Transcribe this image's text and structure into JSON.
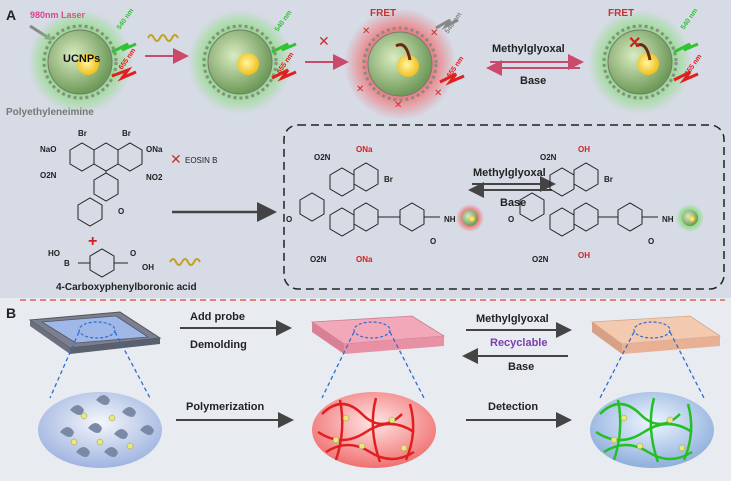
{
  "panel_a": {
    "letter": "A",
    "laser_label": "980nm Laser",
    "core_label": "UCNPs",
    "shell_label": "Polyethyleneimine",
    "em_540": "540 nm",
    "em_655": "655 nm",
    "fret_label": "FRET",
    "reversible_top": "Methylglyoxal",
    "reversible_bottom": "Base",
    "dye_name": "EOSIN B",
    "linker_name": "4-Carboxyphenylboronic acid",
    "plus_sign": "+",
    "atoms": {
      "br": "Br",
      "ona": "ONa",
      "na_o": "NaO",
      "no2": "NO2",
      "o2n": "O2N",
      "oh": "OH",
      "ho": "HO",
      "o": "O",
      "b": "B",
      "nh": "NH"
    }
  },
  "panel_b": {
    "letter": "B",
    "step1_top": "Add probe",
    "step1_bottom": "Demolding",
    "step1_lower": "Polymerization",
    "step2_top": "Methylglyoxal",
    "step2_mid": "Recyclable",
    "step2_bottom": "Base",
    "step2_lower": "Detection"
  },
  "colors": {
    "panel_a_bg": "#d6dbe6",
    "panel_b_bg": "#e8ebf0",
    "dashed_divider": "#e0453a",
    "green_glow": "#5cd65c",
    "red_glow": "#f05a5a",
    "recyclable": "#7a3fb0",
    "em_green": "#34c234",
    "em_red": "#e02020",
    "laser_pink": "#e23c8c"
  }
}
